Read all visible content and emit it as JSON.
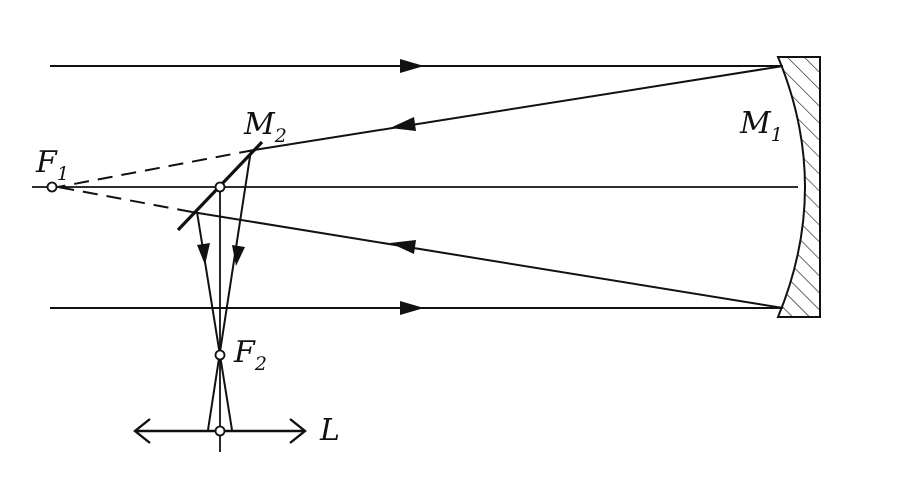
{
  "labels": {
    "f1": {
      "main": "F",
      "sub": "1"
    },
    "m2": {
      "main": "M",
      "sub": "2"
    },
    "m1": {
      "main": "M",
      "sub": "1"
    },
    "f2": {
      "main": "F",
      "sub": "2"
    },
    "l": "L"
  },
  "colors": {
    "ink": "#111111",
    "background": "#ffffff"
  },
  "icons": {
    "ray_arrow": "filled-arrowhead",
    "focus_point": "hollow-circle",
    "lens": "double-headed-arrow"
  }
}
